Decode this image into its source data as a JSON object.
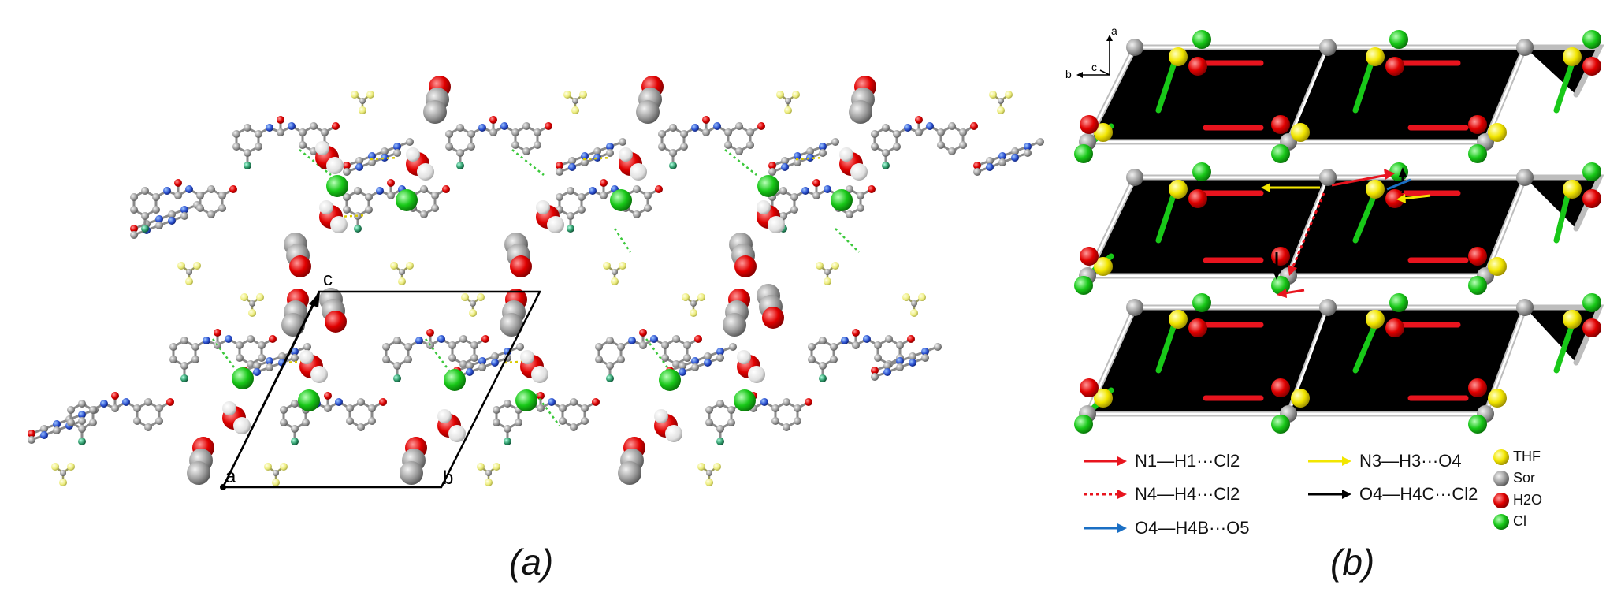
{
  "panel_a": {
    "caption": "(a)",
    "cell_axes": {
      "origin": "a",
      "axis1": "b",
      "axis2": "c"
    }
  },
  "panel_b": {
    "caption": "(b)",
    "axes_indicator": {
      "up": "a",
      "left": "b",
      "out": "c"
    },
    "bond_legend": [
      {
        "label": "N1—H1···Cl2",
        "color": "#e8141e",
        "style": "solid"
      },
      {
        "label": "N3—H3···O4",
        "color": "#f2e600",
        "style": "solid"
      },
      {
        "label": "N4—H4···Cl2",
        "color": "#e8141e",
        "style": "dotted"
      },
      {
        "label": "O4—H4C···Cl2",
        "color": "#000000",
        "style": "solid"
      },
      {
        "label": "O4—H4B···O5",
        "color": "#1a6fc4",
        "style": "solid"
      }
    ],
    "node_legend": [
      {
        "label": "THF",
        "color": "#f2e600"
      },
      {
        "label": "Sor",
        "color": "#c8c8c8"
      },
      {
        "label": "H2O",
        "color": "#e00000"
      },
      {
        "label": "Cl",
        "color": "#18c818"
      }
    ]
  }
}
